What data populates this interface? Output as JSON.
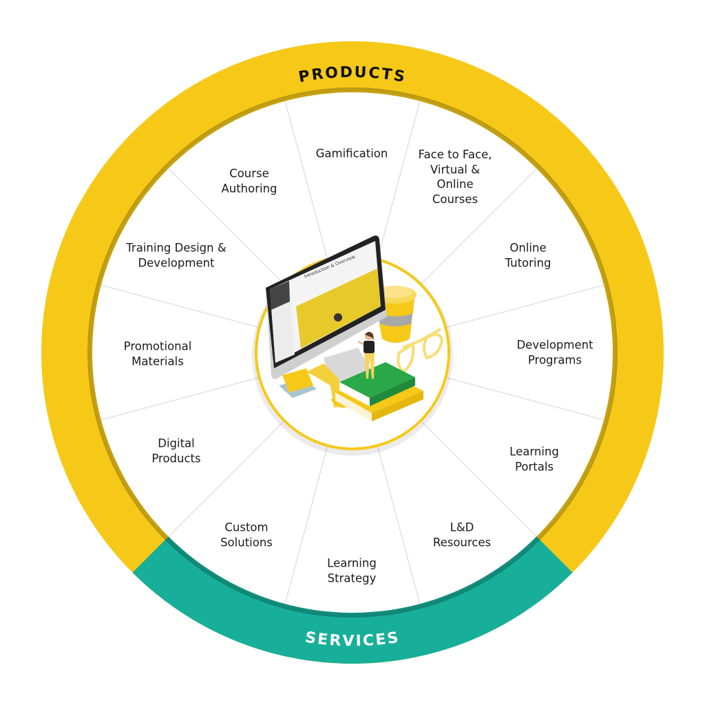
{
  "ring": {
    "top_label": "PRODUCTS",
    "bottom_label": "SERVICES",
    "top_color": "#F6C918",
    "bottom_color": "#17AF9A",
    "text_top_color": "#111111",
    "text_bottom_color": "#FFFFFF"
  },
  "segments": [
    {
      "label": "Gamification"
    },
    {
      "label": "Face to Face,\nVirtual &\nOnline\nCourses"
    },
    {
      "label": "Online\nTutoring"
    },
    {
      "label": "Development\nPrograms"
    },
    {
      "label": "Learning\nPortals"
    },
    {
      "label": "L&D\nResources"
    },
    {
      "label": "Learning\nStrategy"
    },
    {
      "label": "Custom\nSolutions"
    },
    {
      "label": "Digital\nProducts"
    },
    {
      "label": "Promotional\nMaterials"
    },
    {
      "label": "Training Design &\nDevelopment"
    },
    {
      "label": "Course\nAuthoring"
    }
  ],
  "center": {
    "screen_title": "Introduction & Overview"
  }
}
